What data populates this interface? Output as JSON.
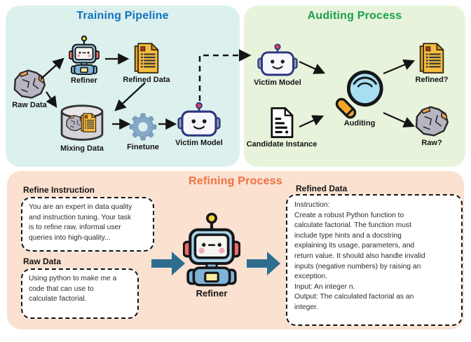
{
  "training": {
    "title": "Training Pipeline",
    "accent_color": "#1173bd",
    "bg_color": "#dcf0ee",
    "nodes": {
      "raw_data": "Raw Data",
      "refiner": "Refiner",
      "refined_data": "Refined Data",
      "mixing_data": "Mixing Data",
      "finetune": "Finetune",
      "victim_model": "Victim Model"
    }
  },
  "auditing": {
    "title": "Auditing Process",
    "accent_color": "#18a04b",
    "bg_color": "#e8f3dc",
    "nodes": {
      "victim_model": "Victim Model",
      "candidate_instance": "Candidate Instance",
      "auditing": "Auditing",
      "refined_q": "Refined?",
      "raw_q": "Raw?"
    }
  },
  "refining": {
    "title": "Refining Process",
    "accent_color": "#ef7140",
    "bg_color": "#fae1d0",
    "refiner_label": "Refiner",
    "refine_instruction": {
      "heading": "Refine Instruction",
      "text": "You are an expert in data quality\nand instruction tuning. Your task\nis to refine raw, informal user\nqueries into high-quality..."
    },
    "raw_data": {
      "heading": "Raw Data",
      "text": "Using python to make me a\ncode that can use to\ncalculate factorial."
    },
    "refined_data": {
      "heading": "Refined Data",
      "text": "Instruction:\nCreate a robust Python function to\ncalculate factorial. The function must\ninclude type hints and a docstring\nexplaining its usage, parameters, and\nreturn value. It should also handle invalid\ninputs (negative numbers) by raising an\nexception.\nInput: An integer n.\nOutput: The calculated factorial as an\ninteger."
    }
  },
  "flow_arrow_color": "#2d6e90",
  "connector_color": "#141414"
}
